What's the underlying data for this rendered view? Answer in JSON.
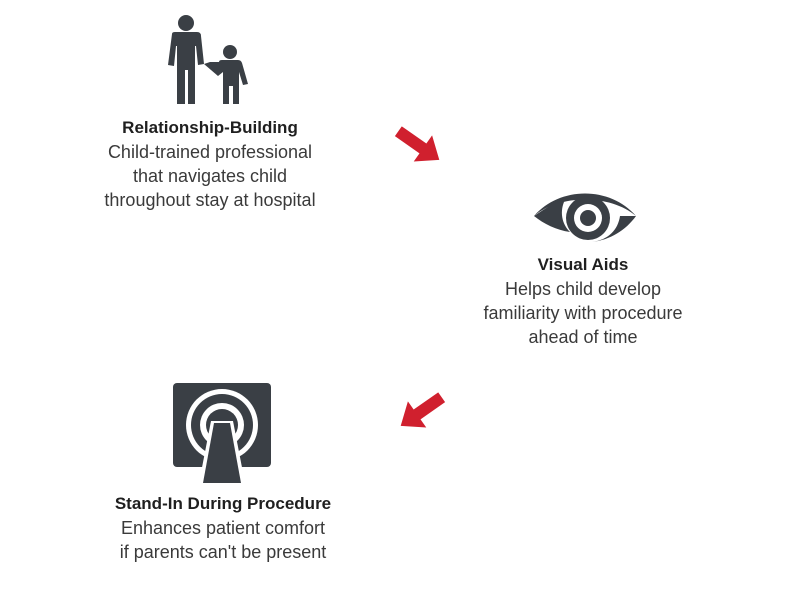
{
  "steps": [
    {
      "icon": "parent-child-icon",
      "title": "Relationship-Building",
      "desc": [
        "Child-trained professional",
        "that navigates child",
        "throughout stay at hospital"
      ]
    },
    {
      "icon": "eye-icon",
      "title": "Visual Aids",
      "desc": [
        "Helps child develop",
        "familiarity with procedure",
        "ahead of time"
      ]
    },
    {
      "icon": "mri-scanner-icon",
      "title": "Stand-In During Procedure",
      "desc": [
        "Enhances patient comfort",
        "if parents can't be present"
      ]
    }
  ],
  "colors": {
    "icon": "#3a3f45",
    "arrow": "#d0202e",
    "text": "#2b2b2b"
  }
}
